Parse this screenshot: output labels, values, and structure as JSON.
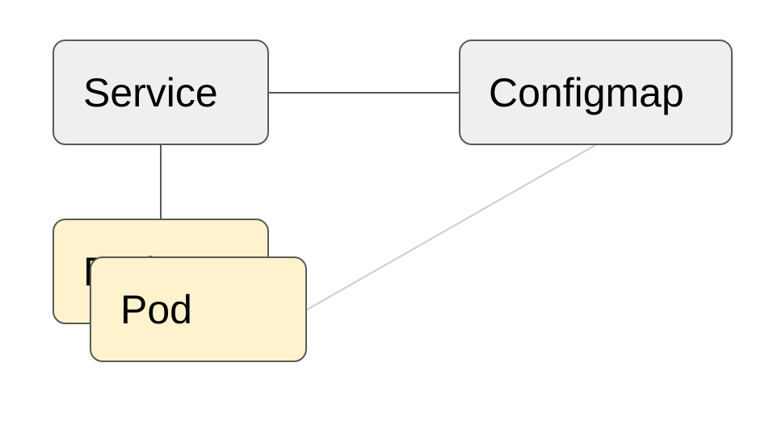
{
  "diagram": {
    "nodes": {
      "service": {
        "label": "Service",
        "fill": "#efefef"
      },
      "configmap": {
        "label": "Configmap",
        "fill": "#efefef"
      },
      "pod_back": {
        "label": "Pod",
        "fill": "#fff2cc"
      },
      "pod_front": {
        "label": "Pod",
        "fill": "#fff2cc"
      }
    },
    "edges": [
      {
        "from": "service",
        "to": "configmap",
        "color": "#595959"
      },
      {
        "from": "service",
        "to": "pod_back",
        "color": "#595959"
      },
      {
        "from": "configmap",
        "to": "pod_front",
        "color": "#cccccc"
      }
    ],
    "border_color": "#595959"
  }
}
